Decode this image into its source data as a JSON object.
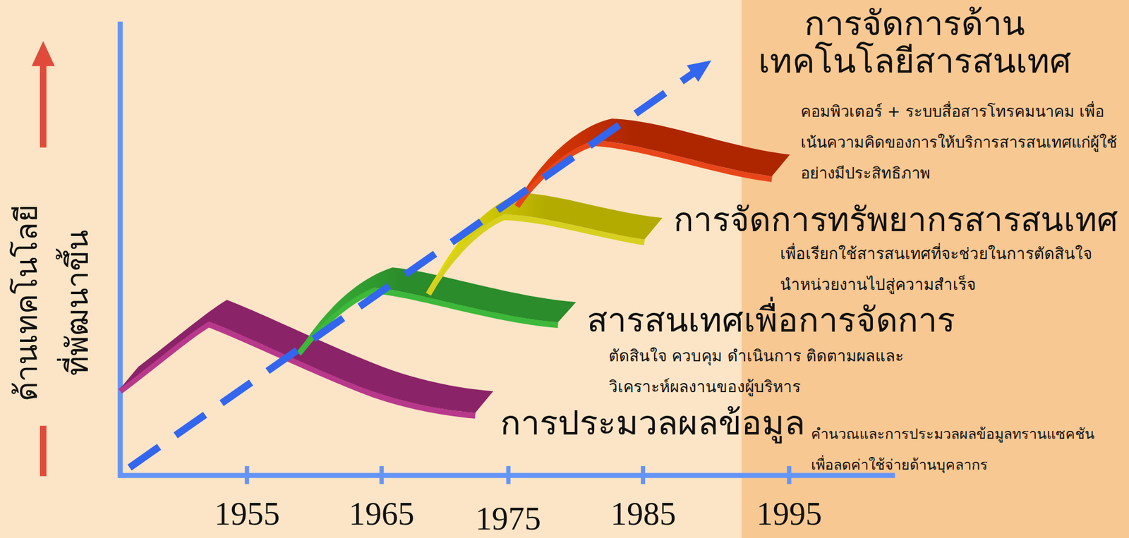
{
  "diagram": {
    "nodes": [
      {
        "text": [
          "การจัดการด้าน เทคโนโลยีสารสนเทศ",
          "คอมพิวเตอร์ + ระบบสื่อสารโทรคมนาคม เพื่อ เน้นความคิดของการให้บริการสารสนเทศแก่ผู้ใช้ อย่างมีประสิทธิภาพ"
        ]
      },
      {
        "text": [
          "การจัดการทรัพยากรสารสนเทศ",
          "เพื่อเรียกใช้สารสนเทศที่จะช่วยในการตัดสินใจ นำหน่วยงานไปสู่ความสำเร็จ"
        ]
      },
      {
        "text": [
          "สารสนเทศเพื่อการจัดการ",
          "ตัดสินใจ ควบคุม ดำเนินการ ติดตามผลและ วิเคราะห์ผลงานของผู้บริหาร"
        ]
      },
      {
        "text": [
          "การประมวลผลข้อมูล",
          "คำนวณและการประมวลผลข้อมูลทรานแซคชัน เพื่อลดค่าใช้จ่ายด้านบุคลากร"
        ]
      }
    ],
    "labels": [
      "ด้านเทคโนโลยี ที่พัฒนาขึ้น",
      "1955",
      "1965",
      "1975",
      "1985",
      "1995"
    ]
  }
}
